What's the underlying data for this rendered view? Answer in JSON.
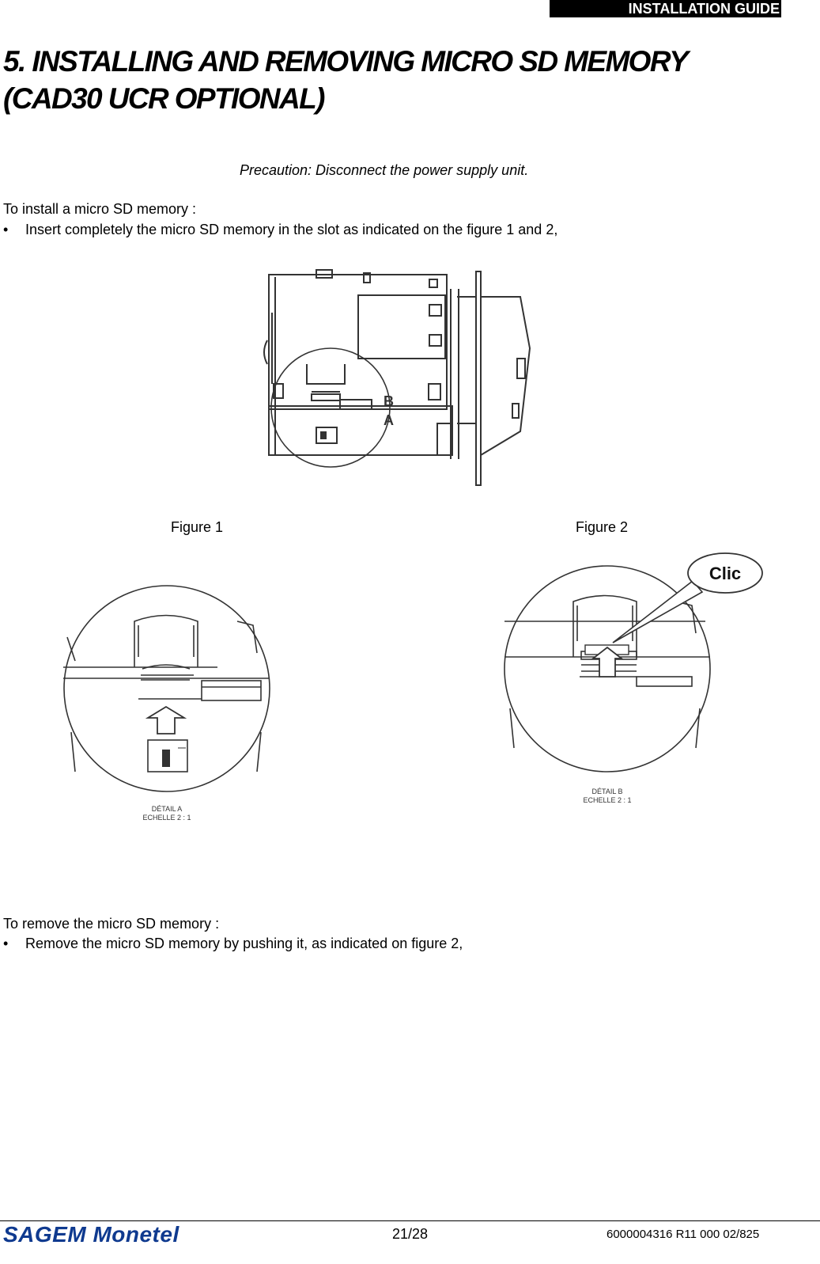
{
  "header": {
    "label": "INSTALLATION GUIDE"
  },
  "section": {
    "title_line1": "5. INSTALLING AND REMOVING MICRO SD MEMORY",
    "title_line2": "(CAD30 UCR OPTIONAL)"
  },
  "precaution": "Precaution: Disconnect the power supply unit.",
  "install": {
    "intro": "To install a micro SD memory :",
    "bullet": "Insert completely the micro SD memory in the slot as indicated on the figure 1 and 2,"
  },
  "main_figure": {
    "label_b": "B",
    "label_a": "A"
  },
  "figures": {
    "figure1_caption": "Figure 1",
    "figure2_caption": "Figure 2",
    "detail_a_line1": "DÉTAIL A",
    "detail_a_line2": "ECHELLE 2 : 1",
    "detail_b_line1": "DÉTAIL B",
    "detail_b_line2": "ECHELLE 2 : 1",
    "callout": "Clic"
  },
  "remove": {
    "intro": "To remove the micro SD memory :",
    "bullet": "Remove the micro SD memory by pushing it, as indicated on figure 2,"
  },
  "footer": {
    "brand": "SAGEM Monetel",
    "page": "21/28",
    "doc_ref": "6000004316 R11 000 02/825"
  }
}
